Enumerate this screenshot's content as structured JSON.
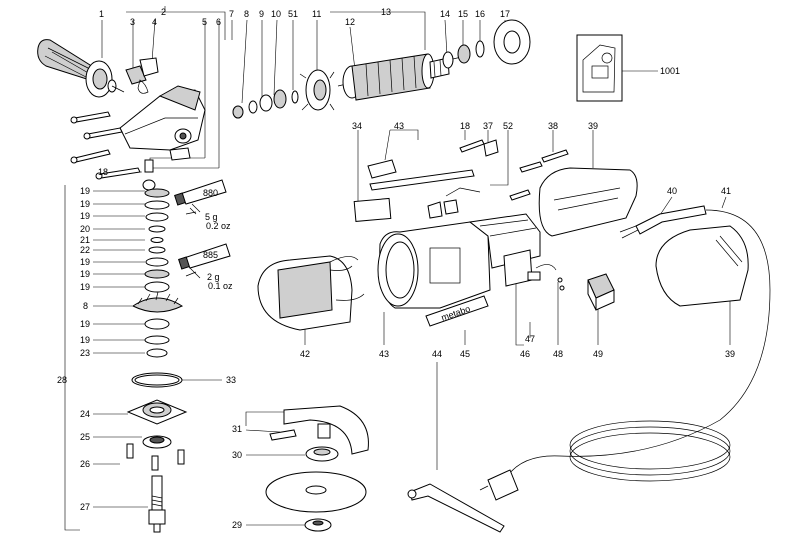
{
  "labels": [
    {
      "id": "l1",
      "text": "1"
    },
    {
      "id": "l2",
      "text": "2"
    },
    {
      "id": "l3",
      "text": "3"
    },
    {
      "id": "l4",
      "text": "4"
    },
    {
      "id": "l5",
      "text": "5"
    },
    {
      "id": "l6",
      "text": "6"
    },
    {
      "id": "l7",
      "text": "7"
    },
    {
      "id": "l8",
      "text": "8"
    },
    {
      "id": "l9",
      "text": "9"
    },
    {
      "id": "l10",
      "text": "10"
    },
    {
      "id": "l51",
      "text": "51"
    },
    {
      "id": "l11",
      "text": "11"
    },
    {
      "id": "l12",
      "text": "12"
    },
    {
      "id": "l13",
      "text": "13"
    },
    {
      "id": "l14",
      "text": "14"
    },
    {
      "id": "l15",
      "text": "15"
    },
    {
      "id": "l16",
      "text": "16"
    },
    {
      "id": "l17",
      "text": "17"
    },
    {
      "id": "l1001",
      "text": "1001"
    },
    {
      "id": "l34",
      "text": "34"
    },
    {
      "id": "l43a",
      "text": "43"
    },
    {
      "id": "l18b",
      "text": "18"
    },
    {
      "id": "l37",
      "text": "37"
    },
    {
      "id": "l52",
      "text": "52"
    },
    {
      "id": "l38",
      "text": "38"
    },
    {
      "id": "l39a",
      "text": "39"
    },
    {
      "id": "l40",
      "text": "40"
    },
    {
      "id": "l41",
      "text": "41"
    },
    {
      "id": "l18a",
      "text": "18"
    },
    {
      "id": "l19a",
      "text": "19"
    },
    {
      "id": "l19b",
      "text": "19"
    },
    {
      "id": "l19c",
      "text": "19"
    },
    {
      "id": "l20",
      "text": "20"
    },
    {
      "id": "l21",
      "text": "21"
    },
    {
      "id": "l22",
      "text": "22"
    },
    {
      "id": "l19d",
      "text": "19"
    },
    {
      "id": "l19e",
      "text": "19"
    },
    {
      "id": "l19f",
      "text": "19"
    },
    {
      "id": "l8b",
      "text": "8"
    },
    {
      "id": "l19g",
      "text": "19"
    },
    {
      "id": "l19h",
      "text": "19"
    },
    {
      "id": "l23",
      "text": "23"
    },
    {
      "id": "l28",
      "text": "28"
    },
    {
      "id": "l33",
      "text": "33"
    },
    {
      "id": "l24",
      "text": "24"
    },
    {
      "id": "l25",
      "text": "25"
    },
    {
      "id": "l26",
      "text": "26"
    },
    {
      "id": "l27",
      "text": "27"
    },
    {
      "id": "l42",
      "text": "42"
    },
    {
      "id": "l43b",
      "text": "43"
    },
    {
      "id": "l45",
      "text": "45"
    },
    {
      "id": "l44",
      "text": "44"
    },
    {
      "id": "l46",
      "text": "46"
    },
    {
      "id": "l47",
      "text": "47"
    },
    {
      "id": "l48",
      "text": "48"
    },
    {
      "id": "l49",
      "text": "49"
    },
    {
      "id": "l39b",
      "text": "39"
    },
    {
      "id": "l31",
      "text": "31"
    },
    {
      "id": "l30",
      "text": "30"
    },
    {
      "id": "l29",
      "text": "29"
    }
  ],
  "grease": [
    {
      "code": "880",
      "amount": "5 g",
      "amount_oz": "0.2 oz"
    },
    {
      "code": "885",
      "amount": "2 g",
      "amount_oz": "0.1 oz"
    }
  ],
  "badge_text": "metabo",
  "colors": {
    "line": "#000000",
    "background": "#ffffff",
    "shade": "#cfcfcf"
  }
}
